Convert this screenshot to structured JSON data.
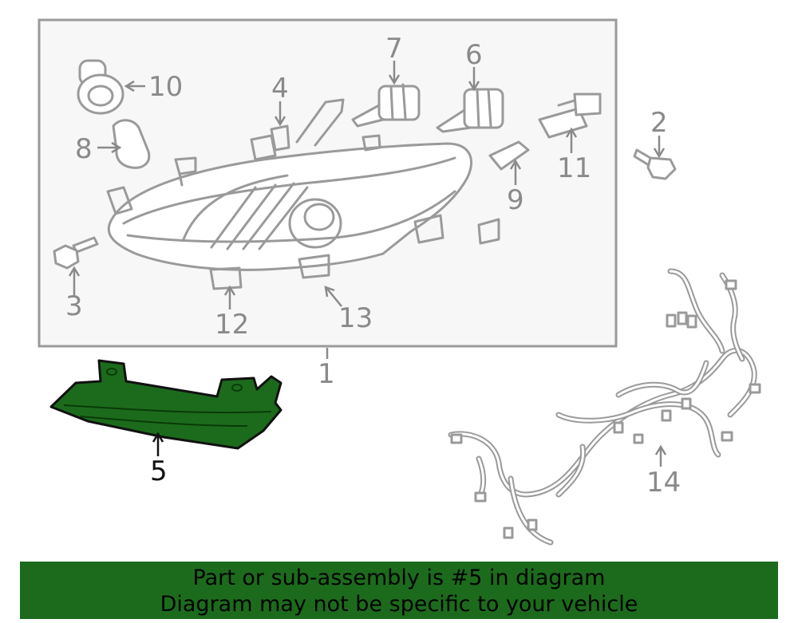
{
  "callouts": {
    "c1": "1",
    "c2": "2",
    "c3": "3",
    "c4": "4",
    "c5": "5",
    "c6": "6",
    "c7": "7",
    "c8": "8",
    "c9": "9",
    "c10": "10",
    "c11": "11",
    "c12": "12",
    "c13": "13",
    "c14": "14"
  },
  "highlight": {
    "part": "5",
    "color": "#1c6b1c"
  },
  "banner": {
    "line1": "Part or sub-assembly is #5 in diagram",
    "line2": "Diagram may not be specific to your vehicle"
  }
}
